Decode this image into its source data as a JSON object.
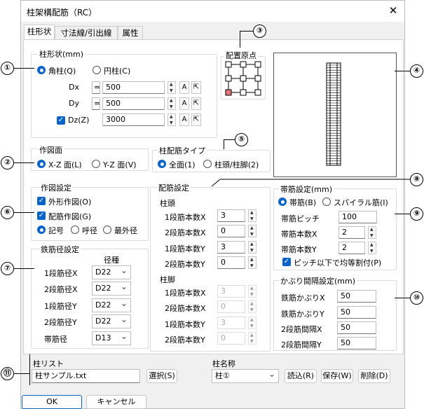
{
  "window": {
    "title": "柱架構配筋（RC）"
  },
  "tabs": [
    "柱形状",
    "寸法線/引出線",
    "属性"
  ],
  "shape": {
    "title": "柱形状(mm)",
    "rect": "角柱(Q)",
    "round": "円柱(C)",
    "dx_label": "Dx",
    "dy_label": "Dy",
    "dz_label": "Dz(Z)",
    "eq": "=",
    "dx": "500",
    "dy": "500",
    "dz": "3000",
    "a": "A"
  },
  "origin": {
    "title": "配置原点"
  },
  "plane": {
    "title": "作図面",
    "xz": "X-Z 面(L)",
    "yz": "Y-Z 面(V)"
  },
  "bartype": {
    "title": "柱配筋タイプ",
    "all": "全面(1)",
    "headfoot": "柱頭/柱脚(2)"
  },
  "draw": {
    "title": "作図設定",
    "outline": "外形作図(O)",
    "rebar": "配筋作図(G)",
    "symbol": "記号",
    "nominal": "呼径",
    "max": "最外径"
  },
  "dia": {
    "title": "鉄筋径設定",
    "type_header": "径種",
    "rows": [
      {
        "label": "1段筋径X",
        "value": "D22"
      },
      {
        "label": "2段筋径X",
        "value": "D22"
      },
      {
        "label": "1段筋径Y",
        "value": "D22"
      },
      {
        "label": "2段筋径Y",
        "value": "D22"
      },
      {
        "label": "帯筋径",
        "value": "D13"
      }
    ]
  },
  "bars": {
    "title": "配筋設定",
    "head": "柱頭",
    "foot": "柱脚",
    "head_rows": [
      {
        "label": "1段筋本数X",
        "value": "3"
      },
      {
        "label": "2段筋本数X",
        "value": "0"
      },
      {
        "label": "1段筋本数Y",
        "value": "3"
      },
      {
        "label": "2段筋本数Y",
        "value": "0"
      }
    ],
    "foot_rows": [
      {
        "label": "1段筋本数X",
        "value": "3"
      },
      {
        "label": "2段筋本数X",
        "value": "0"
      },
      {
        "label": "1段筋本数Y",
        "value": "3"
      },
      {
        "label": "2段筋本数Y",
        "value": "0"
      }
    ]
  },
  "hoop": {
    "title": "帯筋設定(mm)",
    "hoop": "帯筋(B)",
    "spiral": "スパイラル筋(I)",
    "pitch_label": "帯筋ピッチ",
    "pitch": "100",
    "nx_label": "帯筋本数X",
    "nx": "2",
    "ny_label": "帯筋本数Y",
    "ny": "2",
    "even": "ピッチ以下で均等割付(P)"
  },
  "cover": {
    "title": "かぶり間隔設定(mm)",
    "rows": [
      {
        "label": "鉄筋かぶりX",
        "value": "50"
      },
      {
        "label": "鉄筋かぶりY",
        "value": "50"
      },
      {
        "label": "2段筋間隔X",
        "value": "50"
      },
      {
        "label": "2段筋間隔Y",
        "value": "50"
      }
    ]
  },
  "list": {
    "title": "柱リスト",
    "file": "柱サンプル.txt",
    "select": "選択(S)"
  },
  "name": {
    "title": "柱名称",
    "value": "柱①",
    "load": "読込(R)",
    "save": "保存(W)",
    "delete": "削除(D)"
  },
  "buttons": {
    "ok": "OK",
    "cancel": "キャンセル"
  },
  "callouts": [
    "①",
    "②",
    "③",
    "④",
    "⑤",
    "⑥",
    "⑦",
    "⑧",
    "⑨",
    "⑩",
    "⑪"
  ]
}
